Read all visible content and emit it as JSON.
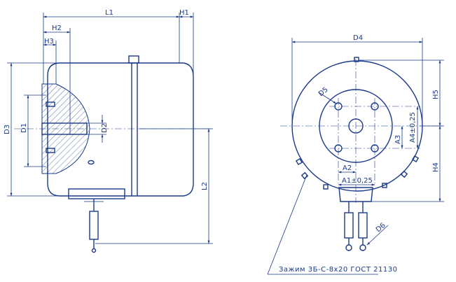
{
  "side_view": {
    "dims": {
      "L1": "L1",
      "H1": "H1",
      "H2": "H2",
      "H3": "H3",
      "D3": "D3",
      "D1": "D1",
      "D2": "D2",
      "L2": "L2"
    }
  },
  "front_view": {
    "dims": {
      "D4": "D4",
      "D5": "D5",
      "D6": "D6",
      "H5": "H5",
      "H4": "H4",
      "A1": "A1±0,25",
      "A2": "A2",
      "A3": "A3",
      "A4": "A4±0,25"
    }
  },
  "caption": "Зажим 3Б-С-8x20 ГОСТ 21130",
  "colors": {
    "ink": "#1a3a8a",
    "background": "#ffffff"
  }
}
